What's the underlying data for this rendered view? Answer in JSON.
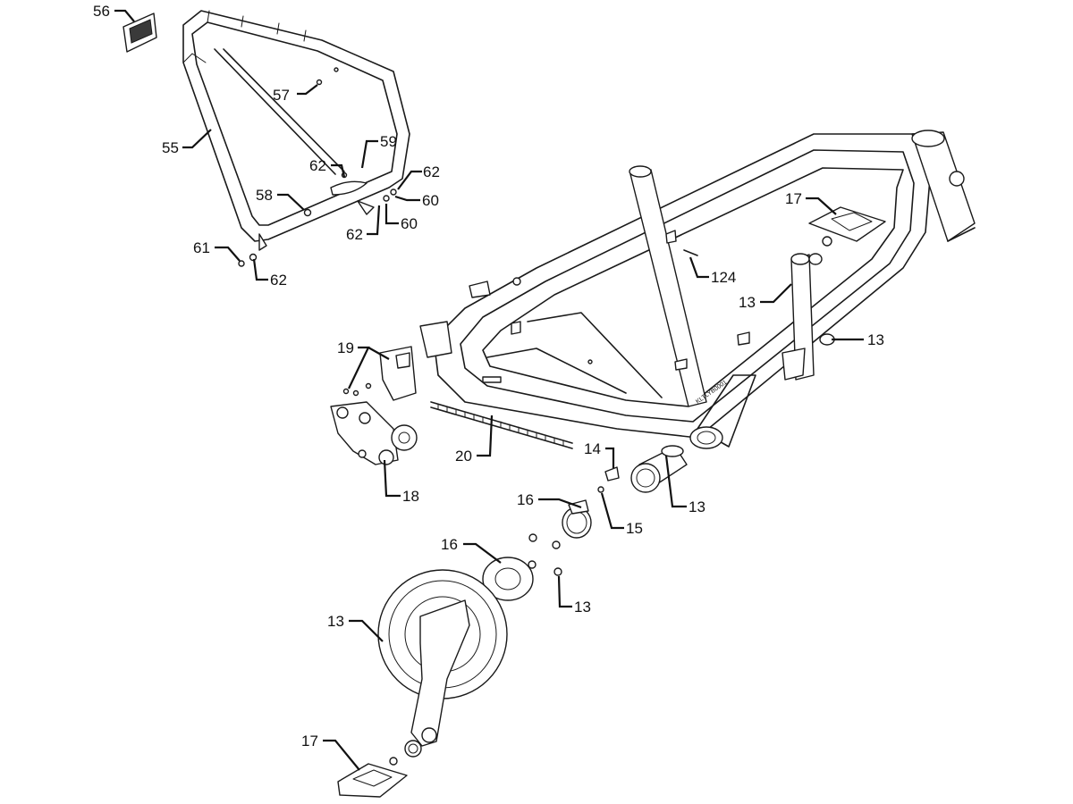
{
  "callouts": [
    {
      "id": "c56",
      "label": "56"
    },
    {
      "id": "c57",
      "label": "57"
    },
    {
      "id": "c55",
      "label": "55"
    },
    {
      "id": "c59",
      "label": "59"
    },
    {
      "id": "c62a",
      "label": "62"
    },
    {
      "id": "c62b",
      "label": "62"
    },
    {
      "id": "c58",
      "label": "58"
    },
    {
      "id": "c60a",
      "label": "60"
    },
    {
      "id": "c60b",
      "label": "60"
    },
    {
      "id": "c62c",
      "label": "62"
    },
    {
      "id": "c61",
      "label": "61"
    },
    {
      "id": "c62d",
      "label": "62"
    },
    {
      "id": "c17a",
      "label": "17"
    },
    {
      "id": "c124",
      "label": "124"
    },
    {
      "id": "c13a",
      "label": "13"
    },
    {
      "id": "c13b",
      "label": "13"
    },
    {
      "id": "c19",
      "label": "19"
    },
    {
      "id": "c20",
      "label": "20"
    },
    {
      "id": "c18",
      "label": "18"
    },
    {
      "id": "c14",
      "label": "14"
    },
    {
      "id": "c13c",
      "label": "13"
    },
    {
      "id": "c16a",
      "label": "16"
    },
    {
      "id": "c15",
      "label": "15"
    },
    {
      "id": "c16b",
      "label": "16"
    },
    {
      "id": "c13d",
      "label": "13"
    },
    {
      "id": "c13e",
      "label": "13"
    },
    {
      "id": "c17b",
      "label": "17"
    }
  ],
  "frame_serial": "KLTLYB0001"
}
